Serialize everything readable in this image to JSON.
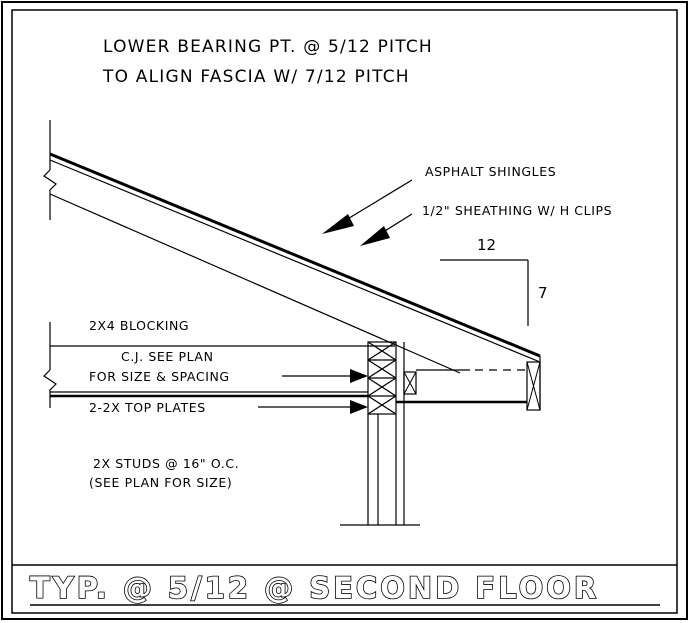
{
  "header": {
    "line1": "LOWER BEARING PT. @ 5/12 PITCH",
    "line2": "TO ALIGN FASCIA W/ 7/12 PITCH"
  },
  "callouts": {
    "asphalt_shingles": "ASPHALT SHINGLES",
    "sheathing": "1/2\"  SHEATHING W/ H CLIPS",
    "blocking": "2X4 BLOCKING",
    "ceiling_joist_line1": "C.J. SEE PLAN",
    "ceiling_joist_line2": "FOR SIZE & SPACING",
    "top_plates": "2-2X TOP PLATES",
    "studs_line1": "2X STUDS @ 16\" O.C.",
    "studs_line2": "(SEE PLAN FOR SIZE)"
  },
  "pitch_symbol": {
    "run": "12",
    "rise": "7"
  },
  "title": "TYP. @ 5/12 @ SECOND FLOOR"
}
